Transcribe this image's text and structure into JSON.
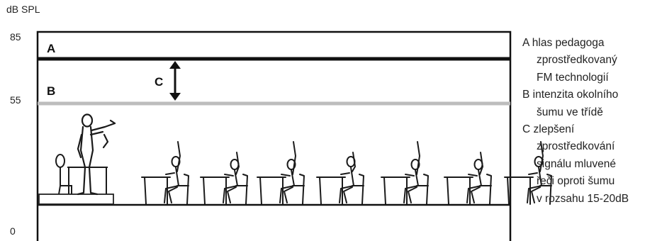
{
  "axis": {
    "unit_label": "dB SPL",
    "ticks": {
      "top": "85",
      "middle": "55",
      "bottom": "0"
    },
    "levels_db": {
      "A": 76,
      "B": 55
    }
  },
  "bands": {
    "A": "A",
    "B": "B",
    "C": "C"
  },
  "legend": {
    "A": {
      "first": "A hlas pedagoga",
      "rest": [
        "zprostředkovaný",
        "FM technologií"
      ]
    },
    "B": {
      "first": "B intenzita okolního",
      "rest": [
        "šumu ve třídě"
      ]
    },
    "C": {
      "first": "C  zlepšení",
      "rest": [
        "zprostředkování",
        "signálu mluvené",
        "řeči oproti šumu",
        "v rozsahu 15-20dB"
      ]
    }
  },
  "colors": {
    "line_A": "#111111",
    "line_B": "#bdbdbd",
    "frame": "#111111",
    "figures": "#1a1a1a"
  },
  "figures": {
    "teacher": "teacher-figure",
    "student_count": 7
  }
}
